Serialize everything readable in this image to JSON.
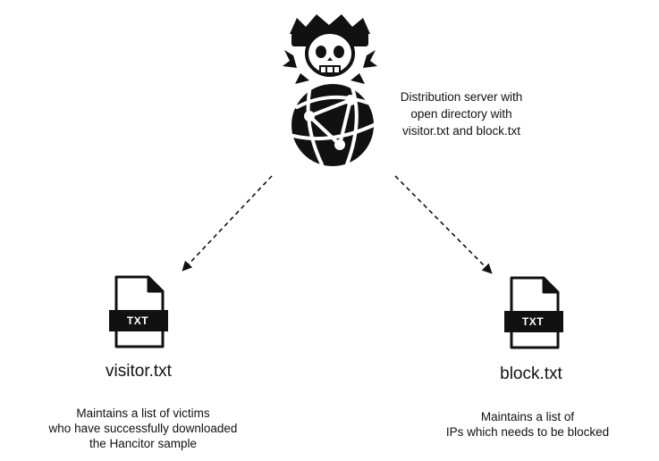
{
  "server": {
    "label_lines": [
      "Distribution server with",
      "open directory with",
      "visitor.txt and block.txt"
    ],
    "icon": "pirate-skull-globe-icon"
  },
  "files": [
    {
      "name": "visitor.txt",
      "badge": "TXT",
      "icon": "txt-file-icon",
      "description_lines": [
        "Maintains a list of victims",
        "who have successfully downloaded",
        "the Hancitor sample"
      ]
    },
    {
      "name": "block.txt",
      "badge": "TXT",
      "icon": "txt-file-icon",
      "description_lines": [
        "Maintains a list of",
        "IPs which needs to be blocked"
      ]
    }
  ],
  "colors": {
    "ink": "#111111",
    "background": "#ffffff"
  }
}
